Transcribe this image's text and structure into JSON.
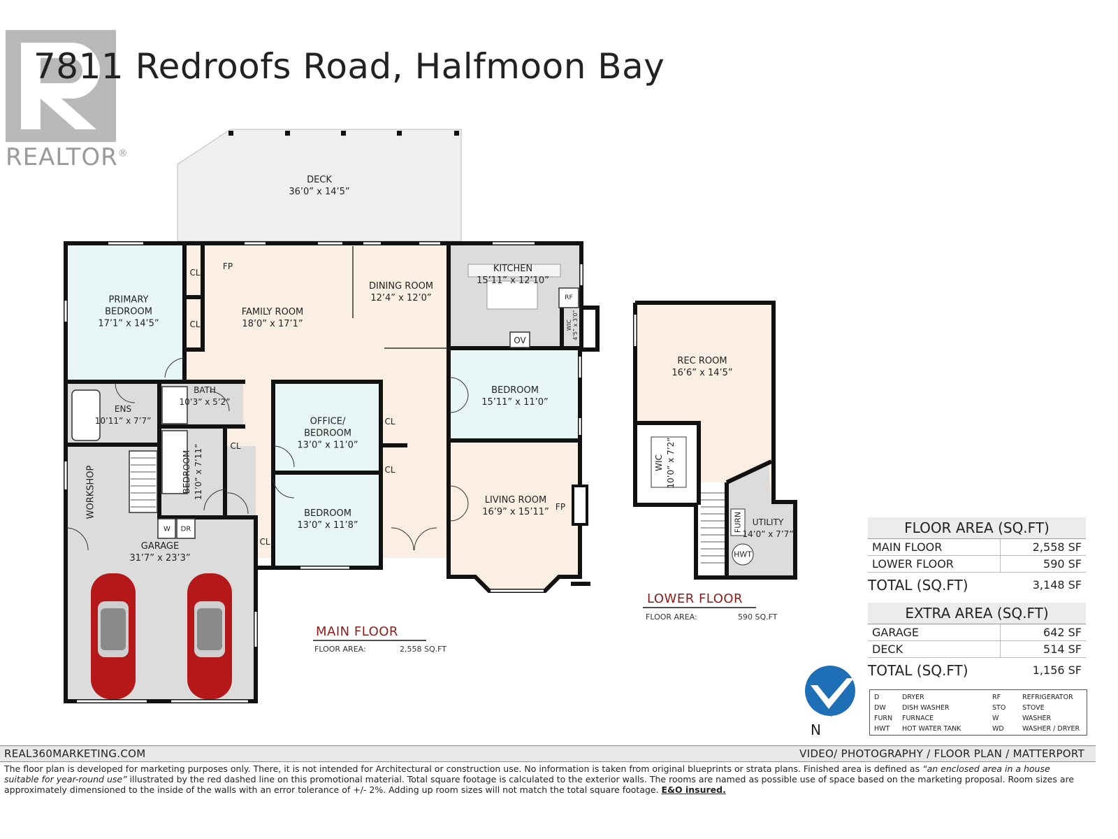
{
  "header": {
    "title": "7811  Redroofs Road, Halfmoon  Bay",
    "logo_text": "REALTOR",
    "logo_mark": "®"
  },
  "rooms": {
    "deck": {
      "name": "DECK",
      "dim": "36’0” x 14’5”"
    },
    "primary_bedroom": {
      "name1": "PRIMARY",
      "name2": "BEDROOM",
      "dim": "17’1” x 14’5”"
    },
    "family_room": {
      "name": "FAMILY ROOM",
      "dim": "18’0” x 17’1”"
    },
    "dining_room": {
      "name": "DINING ROOM",
      "dim": "12’4” x 12’0”"
    },
    "kitchen": {
      "name": "KITCHEN",
      "dim": "15’11” x 12’10”"
    },
    "bedroom_east": {
      "name": "BEDROOM",
      "dim": "15’11” x 11’0”"
    },
    "bath": {
      "name": "BATH",
      "dim": "10’3” x 5’2”"
    },
    "ens": {
      "name": "ENS",
      "dim": "10’11” x 7’7”"
    },
    "office": {
      "name1": "OFFICE/",
      "name2": "BEDROOM",
      "dim": "13’0” x 11’0”"
    },
    "bedroom_small": {
      "name": "BEDROOM",
      "dim": "11’0” x 7’11”"
    },
    "bedroom_south": {
      "name": "BEDROOM",
      "dim": "13’0” x 11’8”"
    },
    "living_room": {
      "name": "LIVING ROOM",
      "dim": "16’9” x 15’11”"
    },
    "garage": {
      "name": "GARAGE",
      "dim": "31’7” x 23’3”"
    },
    "workshop": {
      "name": "WORKSHOP"
    },
    "rec_room": {
      "name": "REC ROOM",
      "dim": "16’6” x 14’5”"
    },
    "wic_lower": {
      "name": "WIC",
      "dim": "10’0” x 7’2”"
    },
    "utility": {
      "name": "UTILITY",
      "dim": "14’0” x 7’7”"
    },
    "wic_kitchen": {
      "name": "WIC",
      "dim": "4’5” x 3’0”"
    }
  },
  "fixtures": {
    "cl": "CL",
    "fp": "FP",
    "rf": "RF",
    "ov": "OV",
    "w": "W",
    "dr": "DR",
    "furn": "FURN",
    "hwt": "HWT"
  },
  "main_floor": {
    "label": "MAIN FLOOR",
    "area_label": "FLOOR AREA:",
    "area_value": "2,558 SQ.FT"
  },
  "lower_floor": {
    "label": "LOWER FLOOR",
    "area_label": "FLOOR AREA:",
    "area_value": "590 SQ.FT"
  },
  "floor_area_table": {
    "header": "FLOOR AREA (SQ.FT)",
    "rows": [
      {
        "label": "MAIN FLOOR",
        "value": "2,558 SF"
      },
      {
        "label": "LOWER FLOOR",
        "value": "590 SF"
      }
    ],
    "total_label": "TOTAL (SQ.FT)",
    "total_value": "3,148 SF"
  },
  "extra_area_table": {
    "header": "EXTRA AREA (SQ.FT)",
    "rows": [
      {
        "label": "GARAGE",
        "value": "642 SF"
      },
      {
        "label": "DECK",
        "value": "514 SF"
      }
    ],
    "total_label": "TOTAL (SQ.FT)",
    "total_value": "1,156 SF"
  },
  "legend": [
    {
      "code": "D",
      "meaning": "DRYER"
    },
    {
      "code": "DW",
      "meaning": "DISH WASHER"
    },
    {
      "code": "FURN",
      "meaning": "FURNACE"
    },
    {
      "code": "HWT",
      "meaning": "HOT WATER TANK"
    },
    {
      "code": "RF",
      "meaning": "REFRIGERATOR"
    },
    {
      "code": "STO",
      "meaning": "STOVE"
    },
    {
      "code": "W",
      "meaning": "WASHER"
    },
    {
      "code": "WD",
      "meaning": "WASHER / DRYER"
    }
  ],
  "compass": {
    "letter": "N"
  },
  "footer": {
    "left": "REAL360MARKETING.COM",
    "right": "VIDEO/ PHOTOGRAPHY / FLOOR PLAN / MATTERPORT",
    "disclaimer_a": "The floor plan is developed for marketing purposes only. There, it is not intended for Architectural or construction use. No information is  taken from original blueprints or strata plans. Finished area is defined as ",
    "disclaimer_quote": "“an enclosed area in a house suitable for year-round use”",
    "disclaimer_b": " illustrated by the red dashed line on this promotional material. Total square footage is calculated to the exterior walls. The rooms are named as possible use of space based on the marketing proposal. Room sizes are approximately dimensioned to the inside of the walls with an error tolerance of +/- 2%. Adding up room sizes will not match the total square footage. ",
    "disclaimer_eo": "E&O insured."
  },
  "colors": {
    "wall": "#111111",
    "family": "#fbefe3",
    "bedroom": "#e9f6f6",
    "service": "#dcdcdc",
    "deck": "#efefef",
    "accent": "#8b1c1c",
    "compass_blue": "#1f6fb6"
  }
}
